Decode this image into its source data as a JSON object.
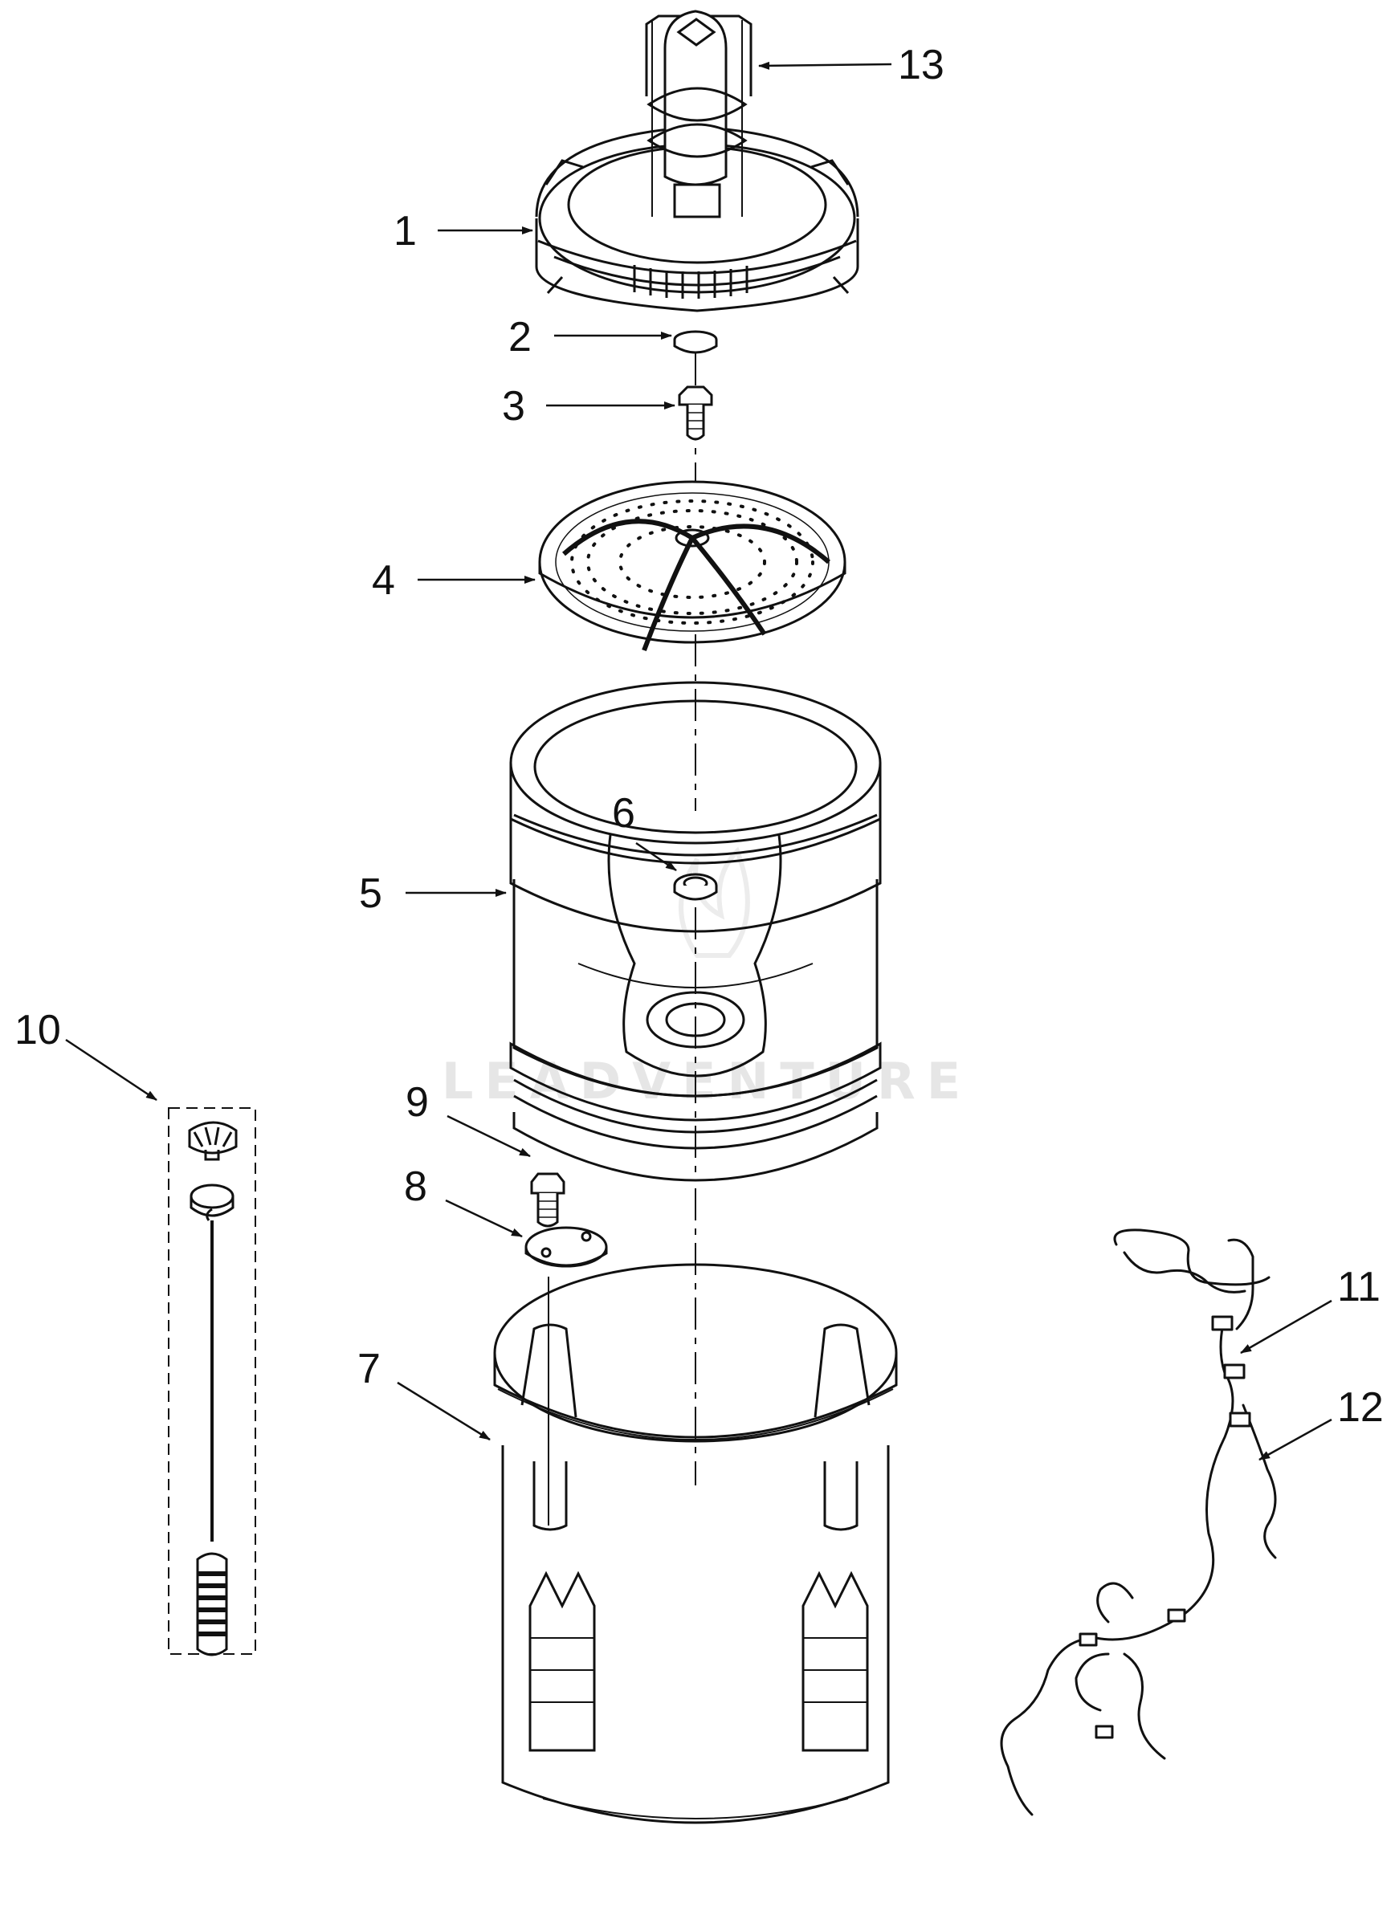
{
  "watermark": "LEADVENTURE",
  "colors": {
    "line": "#111111",
    "background": "#ffffff",
    "watermark": "#e6e6e6"
  },
  "callouts": {
    "c1": "1",
    "c2": "2",
    "c3": "3",
    "c4": "4",
    "c5": "5",
    "c6": "6",
    "c7": "7",
    "c8": "8",
    "c9": "9",
    "c10": "10",
    "c11": "11",
    "c12": "12",
    "c13": "13"
  },
  "parts": [
    "agitator",
    "cap",
    "bolt",
    "impeller-plate",
    "basket",
    "seal",
    "outer-tub",
    "bracket",
    "screw",
    "suspension-rod",
    "wire-harness-11",
    "wire-harness-12",
    "agitator-top"
  ]
}
